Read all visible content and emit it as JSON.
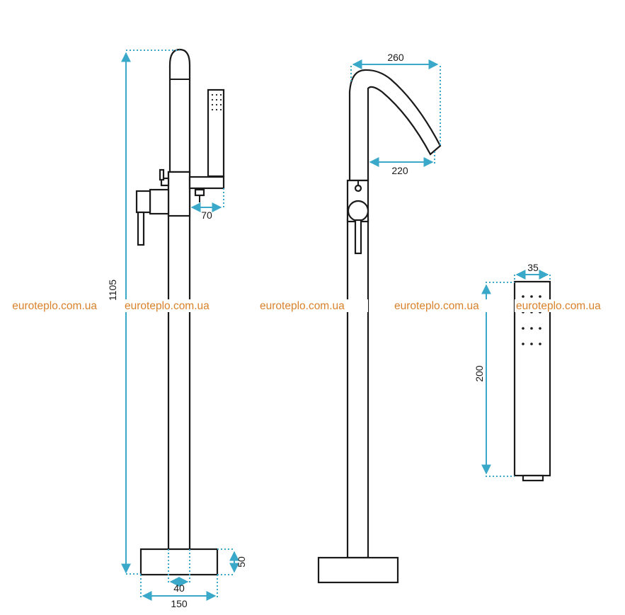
{
  "dimensions": {
    "total_height": "1105",
    "spout_reach": "260",
    "spout_inner_reach": "220",
    "handshower_offset": "70",
    "handshower_width": "35",
    "handshower_length": "200",
    "base_height": "50",
    "pipe_diameter": "40",
    "base_width": "150"
  },
  "watermark": "euroteplo.com.ua",
  "colors": {
    "dimension_lines": "#3aa9c9",
    "outline": "#1a1a1a",
    "watermark": "#d9822b"
  }
}
